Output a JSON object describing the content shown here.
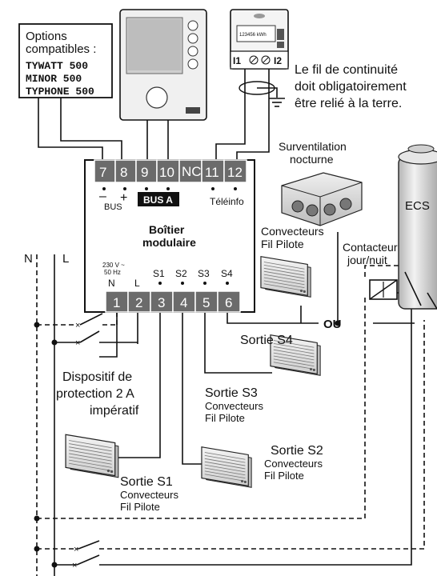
{
  "options_box": {
    "title_line1": "Options",
    "title_line2": "compatibles :",
    "models": [
      "TYWATT 500",
      "MINOR 500",
      "TYPHONE 500"
    ]
  },
  "meter": {
    "display": "123456 kWh",
    "left_terminal": "I1",
    "right_terminal": "I2"
  },
  "note": {
    "line1": "Le fil de continuité",
    "line2": "doit obligatoirement",
    "line3": "être relié à la terre."
  },
  "module": {
    "top_terminals": [
      "7",
      "8",
      "9",
      "10",
      "NC",
      "11",
      "12"
    ],
    "bottom_terminals": [
      "1",
      "2",
      "3",
      "4",
      "5",
      "6"
    ],
    "bus_label": "BUS",
    "bus_a_label": "BUS A",
    "teleinfo_label": "Téléinfo",
    "title_line1": "Boîtier",
    "title_line2": "modulaire",
    "supply_line1": "230 V ~",
    "supply_line2": "50 Hz",
    "bottom_labels": [
      "N",
      "L",
      "S1",
      "S2",
      "S3",
      "S4"
    ],
    "minus": "–",
    "plus": "+"
  },
  "lines": {
    "neutral": "N",
    "live": "L"
  },
  "protection": {
    "line1": "Dispositif de",
    "line2": "protection 2 A",
    "line3": "impératif"
  },
  "surventilation": {
    "line1": "Surventilation",
    "line2": "nocturne"
  },
  "ecs": {
    "label": "ECS"
  },
  "contactor": {
    "line1": "Contacteur",
    "line2": "jour/nuit"
  },
  "ou_label": "OU",
  "outputs": {
    "s4": {
      "title": "Sortie S4",
      "sub1": "Convecteurs",
      "sub2": "Fil Pilote"
    },
    "s3": {
      "title": "Sortie S3",
      "sub1": "Convecteurs",
      "sub2": "Fil Pilote"
    },
    "s2": {
      "title": "Sortie S2",
      "sub1": "Convecteurs",
      "sub2": "Fil Pilote"
    },
    "s1": {
      "title": "Sortie S1",
      "sub1": "Convecteurs",
      "sub2": "Fil Pilote"
    }
  },
  "colors": {
    "terminal_fill": "#6b6b6b",
    "bus_a_fill": "#111111",
    "device_fill": "#e8e8e8"
  }
}
